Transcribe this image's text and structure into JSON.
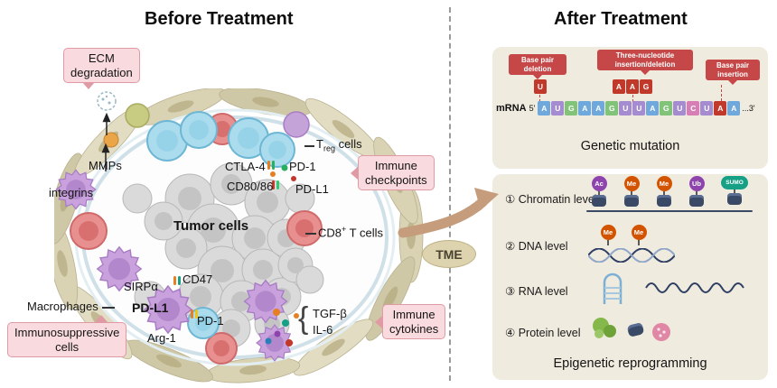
{
  "left": {
    "title": "Before Treatment",
    "tumor_label": "Tumor cells",
    "boxes": {
      "ecm": "ECM\ndegradation",
      "checkpoints": "Immune\ncheckpoints",
      "immunosuppressive": "Immunosuppressive\ncells",
      "cytokines": "Immune\ncytokines"
    },
    "labels": {
      "mmps": "MMPs",
      "integrins": "integrins",
      "treg_t": "T",
      "treg_sub": "reg",
      "treg_rest": " cells",
      "ctla4": "CTLA-4",
      "pd1_top": "PD-1",
      "cd8086": "CD80/86",
      "pdl1_top": "PD-L1",
      "cd8_base": "CD8",
      "cd8_sup": "+",
      "cd8_rest": " T cells",
      "sirpa": "SIRPα",
      "cd47": "CD47",
      "macrophages": "Macrophages",
      "pdl1_bottom": "PD-L1",
      "pd1_bottom": "PD-1",
      "arg1": "Arg-1",
      "tgfb": "TGF-β",
      "il6": "IL-6",
      "bracket": "{"
    }
  },
  "center": {
    "tme": "TME"
  },
  "right": {
    "title": "After Treatment",
    "genetic": {
      "caption": "Genetic mutation",
      "mrna_label": "mRNA",
      "five_prime": "5'",
      "three_prime": "...3'",
      "deletion_label": "Base pair\ndeletion",
      "indel_label": "Three-nucleotide\ninsertion/deletion",
      "insertion_label": "Base pair\ninsertion",
      "deletion_bases": [
        {
          "letter": "U",
          "color": "#c0392b"
        }
      ],
      "indel_bases": [
        {
          "letter": "A",
          "color": "#c0392b"
        },
        {
          "letter": "A",
          "color": "#c0392b"
        },
        {
          "letter": "G",
          "color": "#c0392b"
        }
      ],
      "sequence": [
        {
          "letter": "A",
          "color": "#6fa8dc"
        },
        {
          "letter": "U",
          "color": "#a58cd0"
        },
        {
          "letter": "G",
          "color": "#82c37a"
        },
        {
          "letter": "A",
          "color": "#6fa8dc"
        },
        {
          "letter": "A",
          "color": "#6fa8dc"
        },
        {
          "letter": "G",
          "color": "#82c37a"
        },
        {
          "letter": "U",
          "color": "#a58cd0"
        },
        {
          "letter": "U",
          "color": "#a58cd0"
        },
        {
          "letter": "A",
          "color": "#6fa8dc"
        },
        {
          "letter": "G",
          "color": "#82c37a"
        },
        {
          "letter": "U",
          "color": "#a58cd0"
        },
        {
          "letter": "C",
          "color": "#d77fb4"
        },
        {
          "letter": "U",
          "color": "#a58cd0"
        },
        {
          "letter": "A",
          "color": "#c0392b"
        },
        {
          "letter": "A",
          "color": "#6fa8dc"
        }
      ]
    },
    "epigenetic": {
      "caption": "Epigenetic reprogramming",
      "rows": [
        {
          "num": "①",
          "label": "Chromatin level",
          "marks": [
            {
              "label": "Ac",
              "color": "#8e44ad"
            },
            {
              "label": "Me",
              "color": "#d35400"
            },
            {
              "label": "Me",
              "color": "#d35400"
            },
            {
              "label": "Ub",
              "color": "#8e44ad"
            },
            {
              "label": "SUMO",
              "color": "#16a085"
            }
          ]
        },
        {
          "num": "②",
          "label": "DNA level",
          "marks": [
            {
              "label": "Me",
              "color": "#d35400"
            },
            {
              "label": "Me",
              "color": "#d35400"
            }
          ]
        },
        {
          "num": "③",
          "label": "RNA level",
          "marks": []
        },
        {
          "num": "④",
          "label": "Protein level",
          "marks": []
        }
      ]
    }
  },
  "colors": {
    "pink_label_bg": "#f9dade",
    "pink_label_border": "#e09aa4",
    "mutation_red": "#c64747",
    "panel_beige": "#f0ebdf",
    "tme_badge": "#ddd3ae",
    "arrow_tan": "#c59d7c"
  }
}
